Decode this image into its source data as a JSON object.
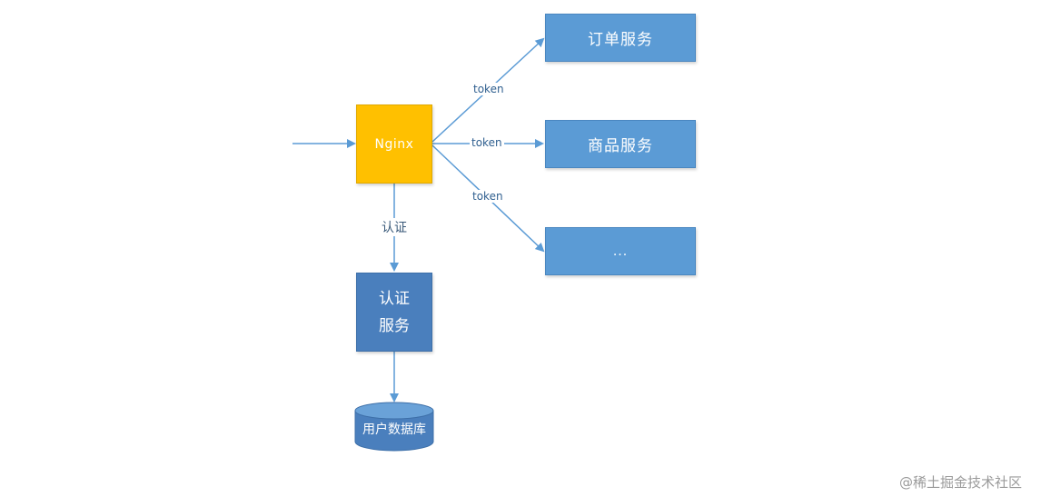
{
  "nodes": {
    "nginx": "Nginx",
    "order_service": "订单服务",
    "product_service": "商品服务",
    "more_services": "...",
    "auth_service_line1": "认证",
    "auth_service_line2": "服务",
    "user_db": "用户数据库"
  },
  "edges": {
    "token_order": "token",
    "token_product": "token",
    "token_more": "token",
    "auth_label": "认证"
  },
  "watermark": "@稀土掘金技术社区",
  "colors": {
    "nginx": "#ffc000",
    "service": "#5b9bd5",
    "auth": "#4a7fbd",
    "arrow": "#5b9bd5"
  }
}
